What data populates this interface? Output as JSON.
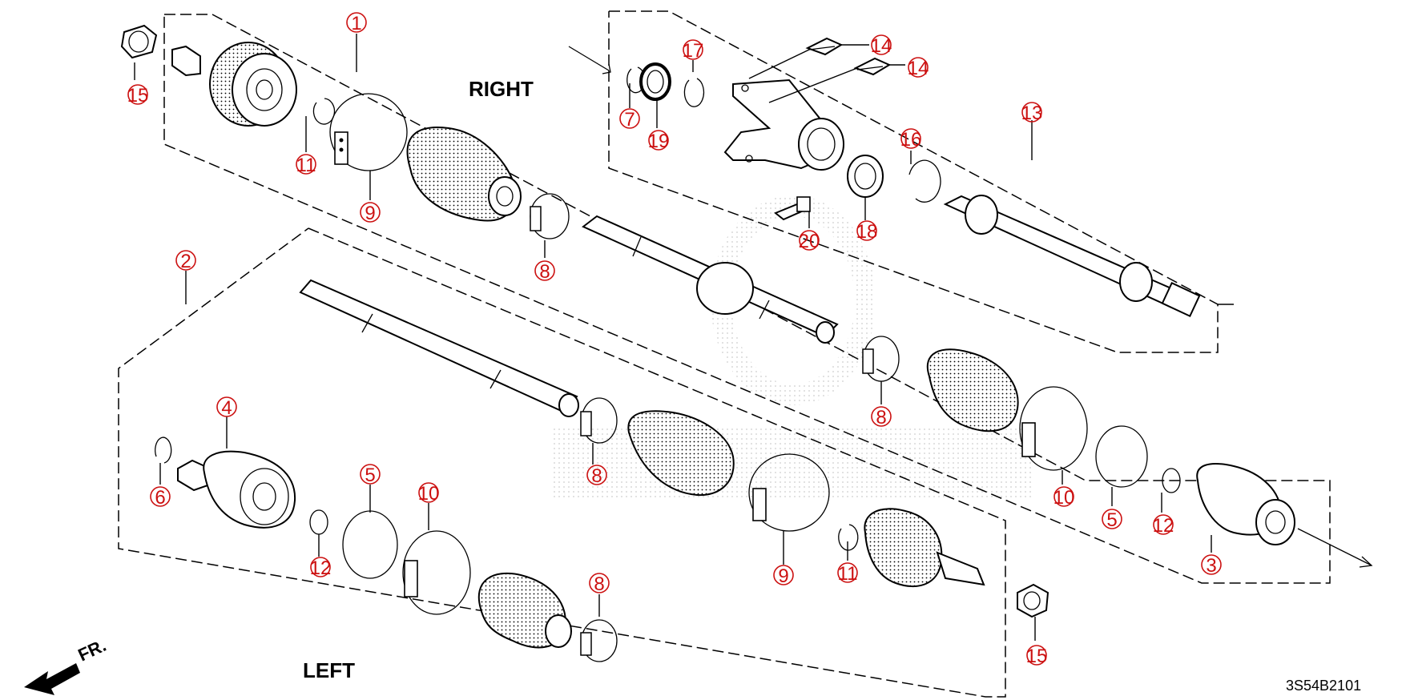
{
  "labels": {
    "right": "RIGHT",
    "left": "LEFT",
    "diagram_code": "3S54B2101",
    "front_marker": "FR."
  },
  "callouts": [
    {
      "id": "c15a",
      "text": "15"
    },
    {
      "id": "c1",
      "text": "1"
    },
    {
      "id": "c11a",
      "text": "11"
    },
    {
      "id": "c9a",
      "text": "9"
    },
    {
      "id": "c8a",
      "text": "8"
    },
    {
      "id": "c7",
      "text": "7"
    },
    {
      "id": "c19",
      "text": "19"
    },
    {
      "id": "c17",
      "text": "17"
    },
    {
      "id": "c14a",
      "text": "14"
    },
    {
      "id": "c14b",
      "text": "14"
    },
    {
      "id": "c13",
      "text": "13"
    },
    {
      "id": "c16",
      "text": "16"
    },
    {
      "id": "c18",
      "text": "18"
    },
    {
      "id": "c20",
      "text": "20"
    },
    {
      "id": "c2",
      "text": "2"
    },
    {
      "id": "c4",
      "text": "4"
    },
    {
      "id": "c6",
      "text": "6"
    },
    {
      "id": "c12a",
      "text": "12"
    },
    {
      "id": "c5a",
      "text": "5"
    },
    {
      "id": "c10a",
      "text": "10"
    },
    {
      "id": "c8b",
      "text": "8"
    },
    {
      "id": "c8c",
      "text": "8"
    },
    {
      "id": "c9b",
      "text": "9"
    },
    {
      "id": "c11b",
      "text": "11"
    },
    {
      "id": "c8d",
      "text": "8"
    },
    {
      "id": "c10b",
      "text": "10"
    },
    {
      "id": "c5b",
      "text": "5"
    },
    {
      "id": "c12b",
      "text": "12"
    },
    {
      "id": "c3",
      "text": "3"
    },
    {
      "id": "c15b",
      "text": "15"
    }
  ]
}
